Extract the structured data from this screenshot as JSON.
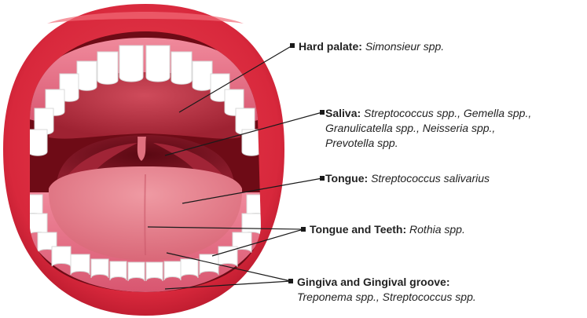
{
  "labels": {
    "hard_palate": {
      "term": "Hard palate:",
      "detail": "Simonsieur spp."
    },
    "saliva": {
      "term": "Saliva:",
      "line1": "Streptococcus spp., Gemella spp.,",
      "line2": "Granulicatella spp., Neisseria spp.,",
      "line3": "Prevotella spp."
    },
    "tongue": {
      "term": "Tongue:",
      "detail": "Streptococcus salivarius"
    },
    "tongue_teeth": {
      "term": "Tongue and Teeth:",
      "detail": "Rothia spp."
    },
    "gingiva": {
      "term": "Gingiva and Gingival groove:",
      "detail": "Treponema spp., Streptococcus spp."
    }
  },
  "colors": {
    "lips": "#d8283c",
    "lips_dark": "#a3121f",
    "mouth_interior": "#6e0b16",
    "palate": "#b83545",
    "throat": "#7c1222",
    "tongue": "#e07f8a",
    "gums": "#e8748a",
    "teeth": "#ffffff",
    "leader_line": "#1a1a1a"
  }
}
